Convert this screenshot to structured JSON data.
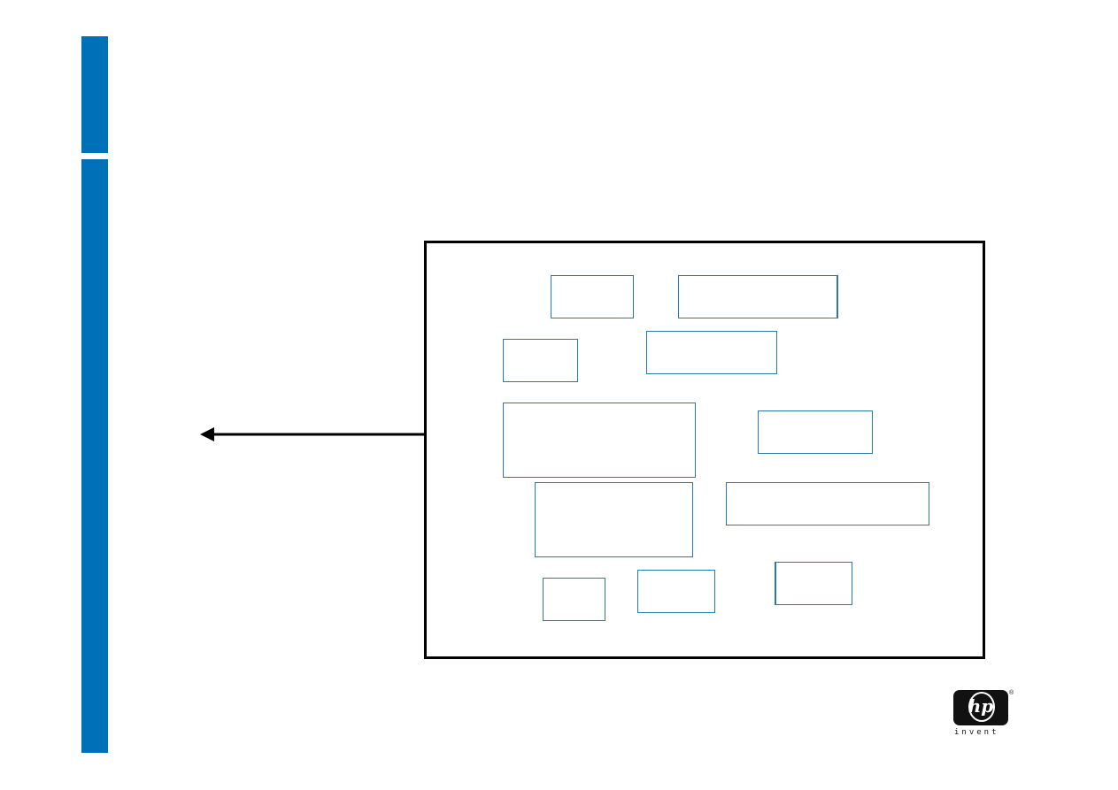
{
  "colors": {
    "accent_bar": "#0070b8",
    "box_border": "#2a79a8",
    "frame_border": "#000000"
  },
  "diagram": {
    "boxes": [
      {
        "label": ""
      },
      {
        "label": ""
      },
      {
        "label": ""
      },
      {
        "label": ""
      },
      {
        "label": ""
      },
      {
        "label": ""
      },
      {
        "label": ""
      },
      {
        "label": ""
      },
      {
        "label": ""
      },
      {
        "label": ""
      },
      {
        "label": ""
      }
    ],
    "arrow": {
      "type": "bidirectional"
    }
  },
  "logo": {
    "mark": "hp",
    "tagline": "invent",
    "registered": "®"
  },
  "icons": {
    "logo": "hp-logo-icon",
    "arrow": "double-arrow-icon"
  }
}
